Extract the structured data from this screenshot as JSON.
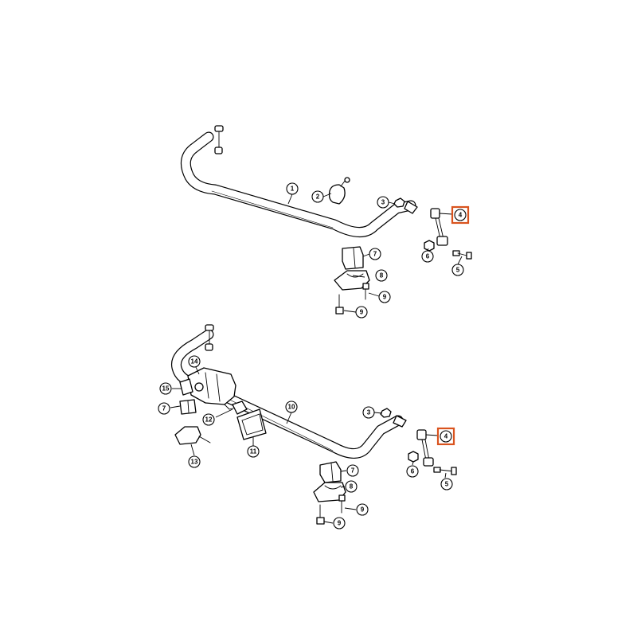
{
  "colors": {
    "line": "#000000",
    "background": "#ffffff",
    "highlight": "#d9531e"
  },
  "upper_assembly": {
    "callouts": [
      {
        "id": "u1",
        "label": "1"
      },
      {
        "id": "u2",
        "label": "2"
      },
      {
        "id": "u3",
        "label": "3"
      },
      {
        "id": "u4",
        "label": "4",
        "highlighted": true
      },
      {
        "id": "u5",
        "label": "5"
      },
      {
        "id": "u6",
        "label": "6"
      },
      {
        "id": "u7",
        "label": "7"
      },
      {
        "id": "u8",
        "label": "8"
      },
      {
        "id": "u9a",
        "label": "9"
      },
      {
        "id": "u9b",
        "label": "9"
      }
    ]
  },
  "lower_assembly": {
    "callouts": [
      {
        "id": "l10",
        "label": "10"
      },
      {
        "id": "l11",
        "label": "11"
      },
      {
        "id": "l12",
        "label": "12"
      },
      {
        "id": "l13",
        "label": "13"
      },
      {
        "id": "l14",
        "label": "14"
      },
      {
        "id": "l15",
        "label": "15"
      },
      {
        "id": "l7a",
        "label": "7"
      },
      {
        "id": "l3",
        "label": "3"
      },
      {
        "id": "l4",
        "label": "4",
        "highlighted": true
      },
      {
        "id": "l6",
        "label": "6"
      },
      {
        "id": "l5",
        "label": "5"
      },
      {
        "id": "l7b",
        "label": "7"
      },
      {
        "id": "l8",
        "label": "8"
      },
      {
        "id": "l9a",
        "label": "9"
      },
      {
        "id": "l9b",
        "label": "9"
      }
    ]
  }
}
